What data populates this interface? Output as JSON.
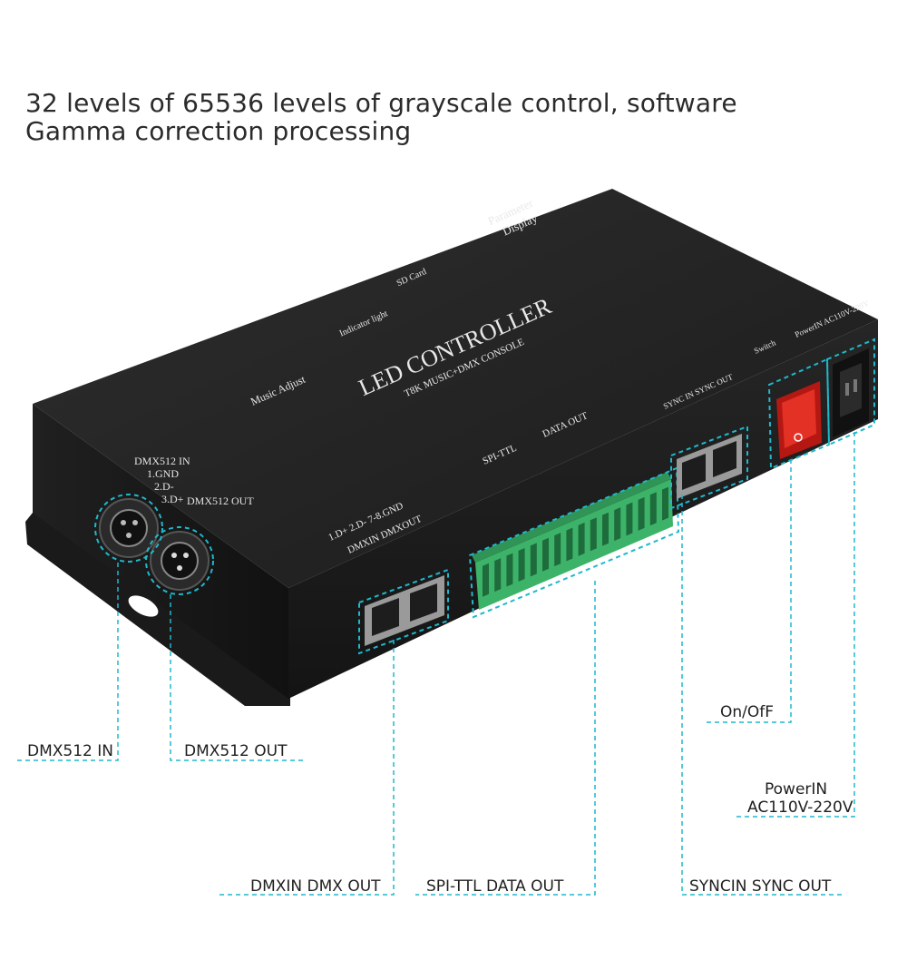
{
  "headline": "32 levels of 65536 levels of grayscale control, software Gamma correction processing",
  "device": {
    "brand_line": "LED CONTROLLER",
    "sub_line": "T8K MUSIC+DMX CONSOLE",
    "panel_parameter": "Parameter",
    "panel_display": "Display",
    "sd_card": "SD Card",
    "indicator": "Indicator light",
    "music_adjust": "Music Adjust",
    "dmx512_in_block": [
      "DMX512 IN",
      "1.GND",
      "2.D-",
      "3.D+"
    ],
    "dmx512_out_label": "DMX512 OUT",
    "rj45_pins": "1.D+ 2.D- 7-8.GND",
    "rj45_names": "DMXIN  DMXOUT",
    "spi_ttl": "SPI-TTL",
    "data_out": "DATA OUT",
    "sync_pins": "SYNC IN  SYNC OUT",
    "switch_label": "Switch",
    "power_label": "PowerIN AC110V-220V"
  },
  "callouts": {
    "dmx512_in": "DMX512 IN",
    "dmx512_out": "DMX512 OUT",
    "on_off": "On/OfF",
    "power_in_line1": "PowerIN",
    "power_in_line2": "AC110V-220V",
    "dmxin_dmxout": "DMXIN  DMX OUT",
    "spi_data": "SPI-TTL   DATA OUT",
    "sync": "SYNCIN  SYNC OUT"
  },
  "colors": {
    "accent": "#1fb8cc",
    "body_dark": "#1e1e1e",
    "terminal_green": "#3db36a",
    "switch_red": "#d8231c"
  }
}
